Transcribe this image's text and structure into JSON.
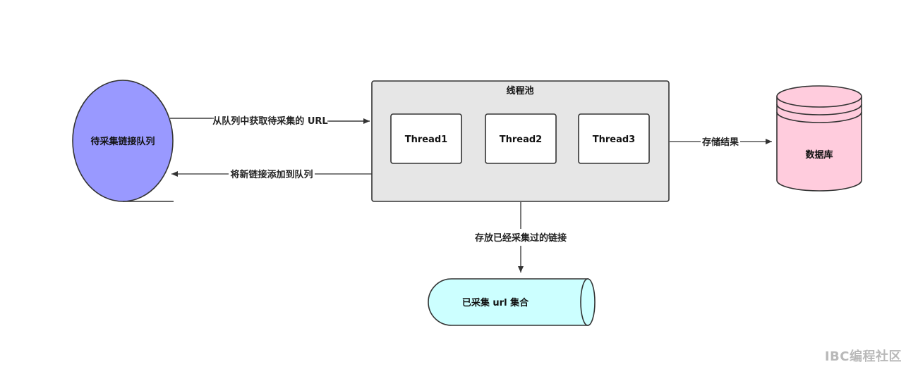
{
  "queue": {
    "label": "待采集链接队列"
  },
  "pool": {
    "title": "线程池",
    "threads": [
      "Thread1",
      "Thread2",
      "Thread3"
    ]
  },
  "database": {
    "label": "数据库"
  },
  "visited_set": {
    "label": "已采集 url 集合"
  },
  "edges": {
    "get_from_queue": "从队列中获取待采集的 URL",
    "add_to_queue": "将新链接添加到队列",
    "store_result": "存储结果",
    "store_visited": "存放已经采集过的链接"
  },
  "watermark": "IBC编程社区",
  "colors": {
    "queue_fill": "#9999ff",
    "pool_fill": "#e6e6e6",
    "db_fill": "#ffccdd",
    "set_fill": "#ccffff",
    "stroke": "#333333"
  }
}
